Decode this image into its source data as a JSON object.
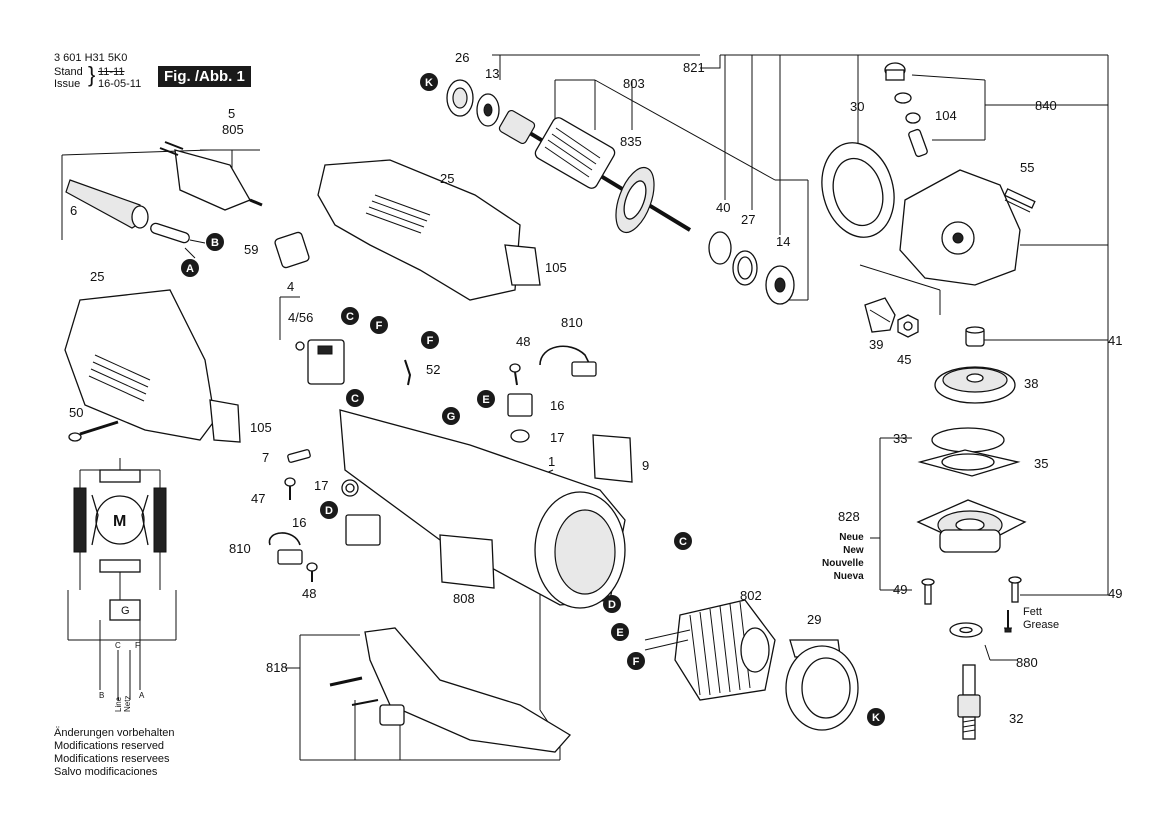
{
  "header": {
    "doc_number": "3 601 H31 5K0",
    "stand_label": "Stand",
    "issue_label": "Issue",
    "old_date": "11-11",
    "issue_date": "16-05-11",
    "figure_label": "Fig. /Abb. 1"
  },
  "notes": [
    "Änderungen vorbehalten",
    "Modifications reserved",
    "Modifications reservees",
    "Salvo modificaciones"
  ],
  "part_labels": {
    "p26": "26",
    "p13": "13",
    "p803": "803",
    "p835": "835",
    "p821": "821",
    "p30": "30",
    "p840": "840",
    "p104": "104",
    "p5": "5",
    "p805": "805",
    "p25a": "25",
    "p6": "6",
    "p59": "59",
    "p105a": "105",
    "p40": "40",
    "p27": "27",
    "p14": "14",
    "p55": "55",
    "p25b": "25",
    "p4": "4",
    "p4_56": "4/56",
    "p52": "52",
    "p810a": "810",
    "p48a": "48",
    "p16a": "16",
    "p17a": "17",
    "p1": "1",
    "p9": "9",
    "p39": "39",
    "p45": "45",
    "p41": "41",
    "p38": "38",
    "p50": "50",
    "p105b": "105",
    "p7": "7",
    "p47": "47",
    "p17b": "17",
    "p16b": "16",
    "p810b": "810",
    "p48b": "48",
    "p808": "808",
    "p33": "33",
    "p35": "35",
    "p828": "828",
    "p49a": "49",
    "p49b": "49",
    "p802": "802",
    "p29": "29",
    "p880": "880",
    "p818": "818",
    "p32": "32"
  },
  "bubbles": {
    "k1": "K",
    "b1": "B",
    "a1": "A",
    "c1": "C",
    "f1": "F",
    "f2": "F",
    "c2": "C",
    "g1": "G",
    "e1": "E",
    "d1": "D",
    "c3": "C",
    "d2": "D",
    "e2": "E",
    "f3": "F",
    "k2": "K"
  },
  "new_component": {
    "lines": [
      "Neue",
      "New",
      "Nouvelle",
      "Nueva"
    ]
  },
  "grease_note": {
    "line1": "Fett",
    "line2": "Grease"
  },
  "schematic": {
    "motor_label": "M",
    "switch_label": "G",
    "terminal_c": "C",
    "terminal_f": "F",
    "terminal_b": "B",
    "terminal_a": "A",
    "line_label": "Line",
    "netz_label": "Netz"
  }
}
